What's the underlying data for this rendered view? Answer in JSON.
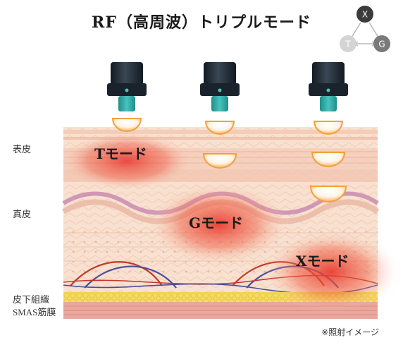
{
  "title": "RF（高周波）トリプルモード",
  "layers": {
    "epidermis": "表皮",
    "dermis": "真皮",
    "subcutaneous": "皮下組織",
    "smas": "SMAS筋膜"
  },
  "modes": {
    "t": "Tモード",
    "g": "Gモード",
    "x": "Xモード"
  },
  "cycle": {
    "x": "X",
    "t": "T",
    "g": "G"
  },
  "footnote": "※照射イメージ",
  "colors": {
    "skin": "#f7d9c4",
    "heat": "#e8342a",
    "probe_body": "#1f2a36",
    "probe_tip": "#2aa7a3",
    "fat": "#f3d34a",
    "muscle": "#e9a9a0"
  }
}
